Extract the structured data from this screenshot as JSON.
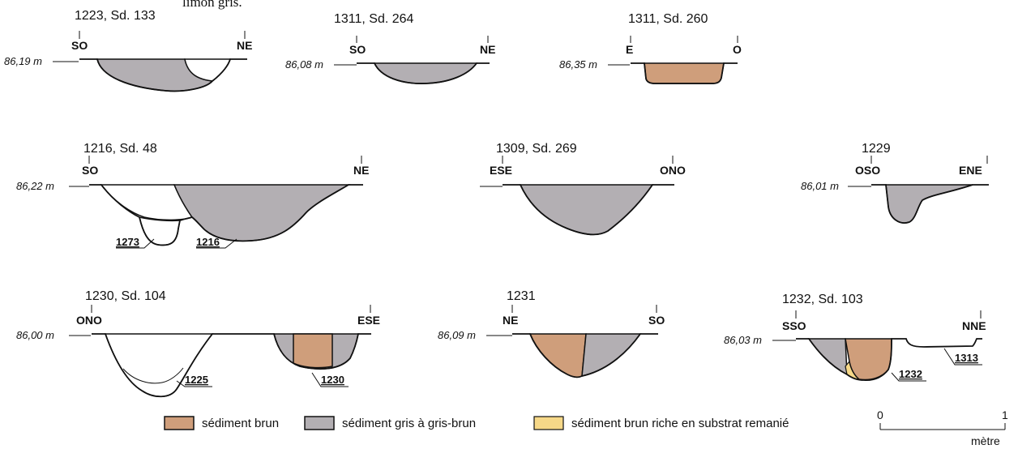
{
  "top_fragment": "limon gris.",
  "sections": [
    {
      "title": "1223, Sd. 133",
      "elevation": "86,19 m",
      "left_dir": "SO",
      "right_dir": "NE"
    },
    {
      "title": "1311, Sd. 264",
      "elevation": "86,08 m",
      "left_dir": "SO",
      "right_dir": "NE"
    },
    {
      "title": "1311, Sd. 260",
      "elevation": "86,35 m",
      "left_dir": "E",
      "right_dir": "O"
    },
    {
      "title": "1216, Sd. 48",
      "elevation": "86,22 m",
      "left_dir": "SO",
      "right_dir": "NE",
      "labels": [
        "1273",
        "1216"
      ]
    },
    {
      "title": "1309, Sd. 269",
      "elevation": "",
      "left_dir": "ESE",
      "right_dir": "ONO"
    },
    {
      "title": "1229",
      "elevation": "86,01 m",
      "left_dir": "OSO",
      "right_dir": "ENE"
    },
    {
      "title": "1230, Sd. 104",
      "elevation": "86,00 m",
      "left_dir": "ONO",
      "right_dir": "ESE",
      "labels": [
        "1225",
        "1230"
      ]
    },
    {
      "title": "1231",
      "elevation": "86,09 m",
      "left_dir": "NE",
      "right_dir": "SO"
    },
    {
      "title": "1232, Sd. 103",
      "elevation": "86,03 m",
      "left_dir": "SSO",
      "right_dir": "NNE",
      "labels": [
        "1232",
        "1313"
      ]
    }
  ],
  "legend": {
    "brown": "sédiment brun",
    "gray": "sédiment gris à gris-brun",
    "yellow": "sédiment brun riche en substrat remanié"
  },
  "scale": {
    "start": "0",
    "end": "1",
    "unit": "mètre"
  },
  "colors": {
    "brown": "#cf9e7b",
    "gray": "#b3afb3",
    "yellow": "#f6d888"
  }
}
